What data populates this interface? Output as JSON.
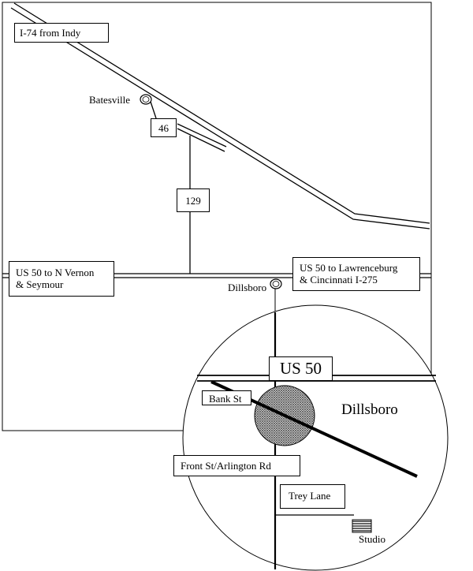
{
  "labels": {
    "i74": "I-74 from Indy",
    "batesville": "Batesville",
    "route46": "46",
    "route129": "129",
    "us50_west_line1": "US 50 to N Vernon",
    "us50_west_line2": "& Seymour",
    "us50_east_line1": "US 50 to Lawrenceburg",
    "us50_east_line2": "& Cincinnati  I-275",
    "dillsboro_town": "Dillsboro"
  },
  "inset": {
    "us50": "US 50",
    "bank_st": "Bank St",
    "dillsboro": "Dillsboro",
    "front_st": "Front St/Arlington Rd",
    "trey_lane": "Trey Lane",
    "studio": "Studio"
  },
  "colors": {
    "ink": "#000000",
    "paper": "#ffffff",
    "town_hatch": "#555555"
  }
}
